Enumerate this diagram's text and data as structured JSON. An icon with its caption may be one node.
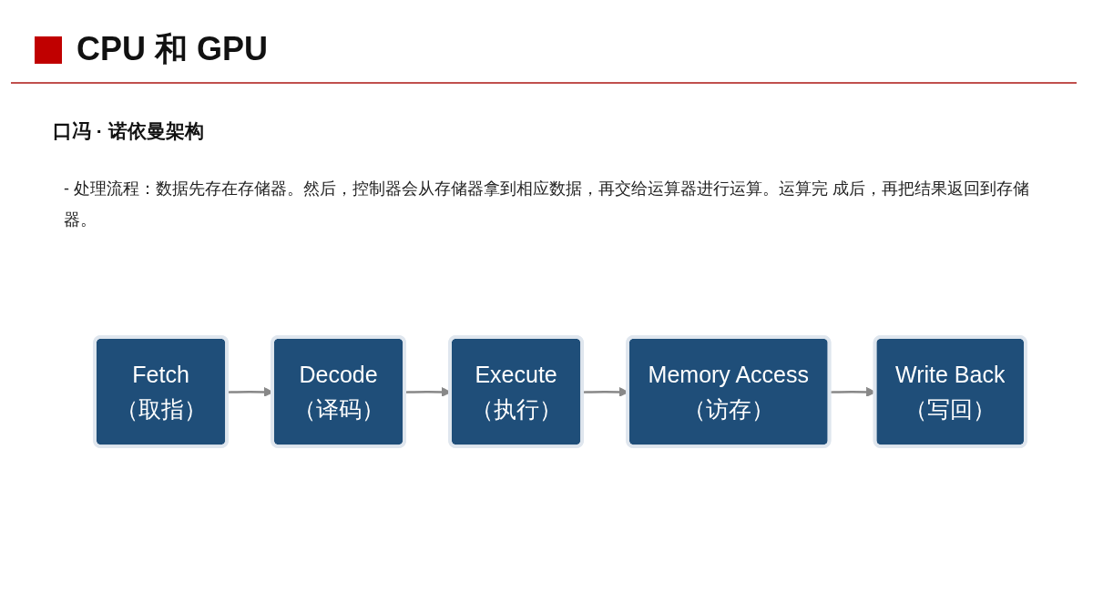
{
  "diagram": {
    "title": "CPU 和 GPU",
    "nodes": [
      {
        "text": [
          "Fetch",
          "（取指）"
        ]
      },
      {
        "text": [
          "Decode",
          "（译码）"
        ]
      },
      {
        "text": [
          "Execute",
          "（执行）"
        ]
      },
      {
        "text": [
          "Memory Access",
          "（访存）"
        ]
      },
      {
        "text": [
          "Write Back",
          "（写回）"
        ]
      }
    ],
    "edges": [
      {
        "from": 0,
        "to": 1,
        "arrow": "to"
      },
      {
        "from": 1,
        "to": 2,
        "arrow": "to"
      },
      {
        "from": 2,
        "to": 3,
        "arrow": "to"
      },
      {
        "from": 3,
        "to": 4,
        "arrow": "to"
      }
    ],
    "labels": [
      "口冯 · 诺依曼架构",
      "- 处理流程：数据先存在存储器。然后，控制器会从存储器拿到相应数据，再交给运算器进行运算。运算完 成后，再把结果返回到存储器。"
    ]
  }
}
